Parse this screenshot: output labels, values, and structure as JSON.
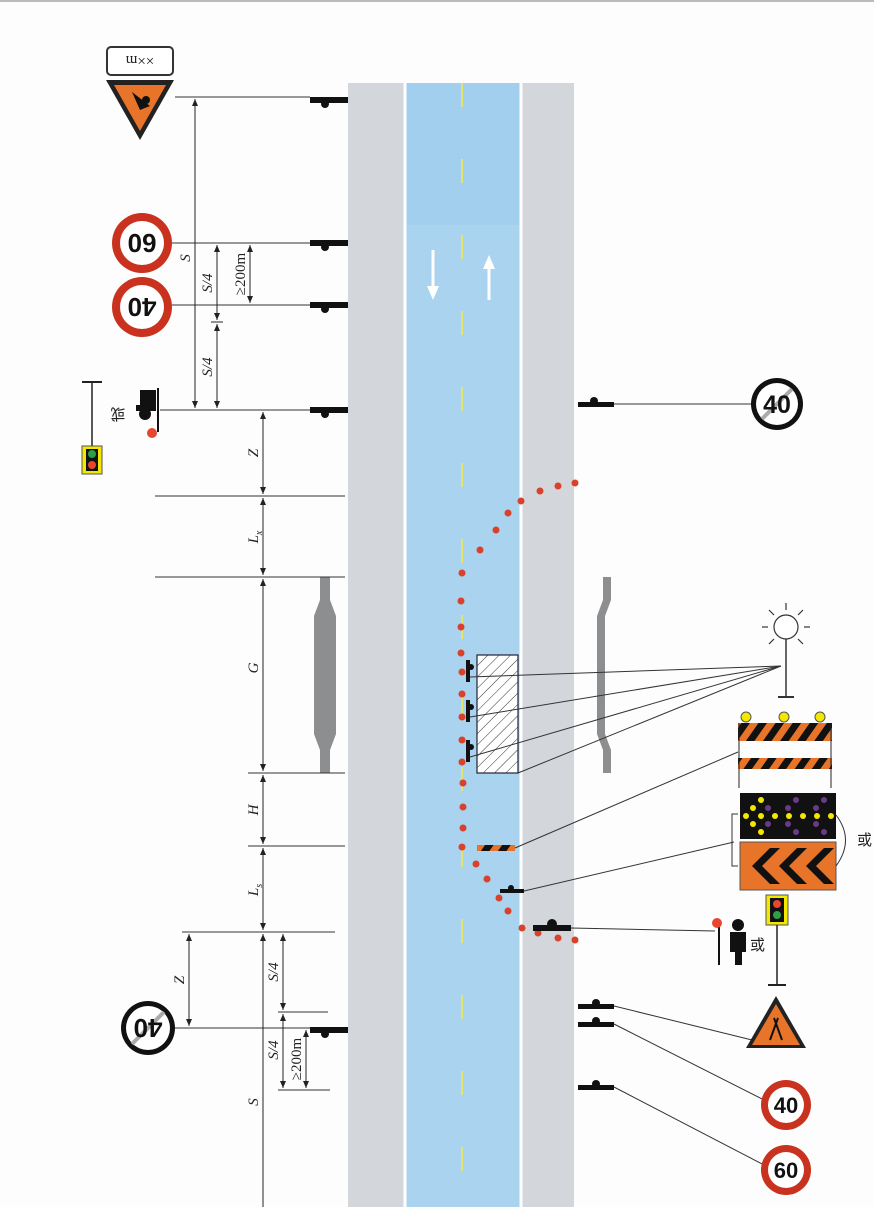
{
  "signs": {
    "distance_plate": "××m",
    "left_speed_60": "60",
    "left_speed_40": "40",
    "right_end_limit_40": "40",
    "left_end_limit_40": "40",
    "right_speed_40": "40",
    "right_speed_60": "60"
  },
  "dimensions": {
    "S": "S",
    "S_quarter": "S/4",
    "min_200m": "≥200m",
    "Z": "Z",
    "L": "L",
    "x_sub": "x",
    "s_sub": "s",
    "G": "G",
    "H": "H"
  },
  "labels": {
    "or": "或"
  },
  "colors": {
    "lane": "#a9d3ef",
    "shoulder": "#d3d6db",
    "cone": "#d9412b",
    "orange": "#e8742a",
    "speed_ring": "#c8321f"
  }
}
